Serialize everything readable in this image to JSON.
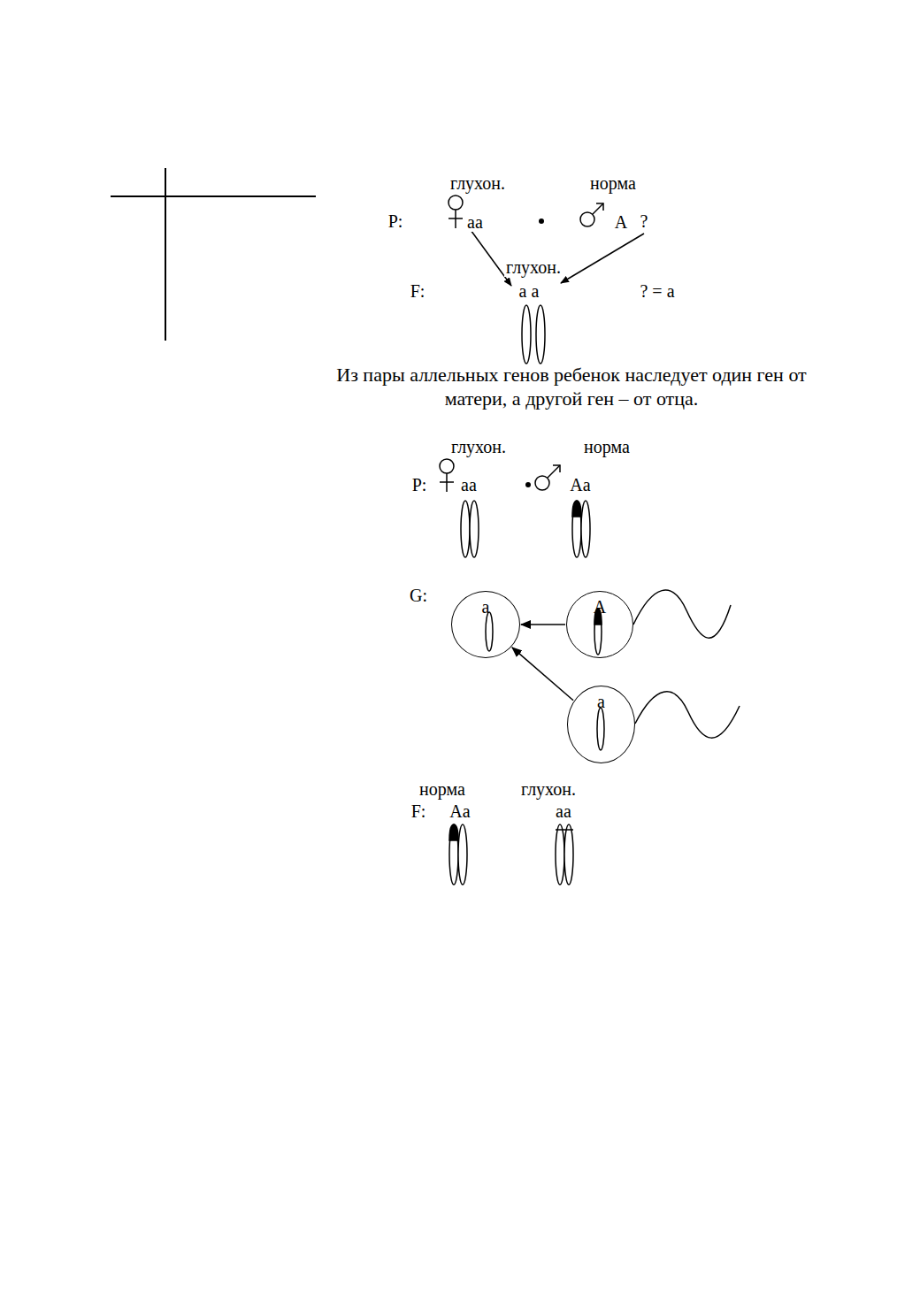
{
  "diagram": {
    "nodes": [
      {
        "text": [
          "a"
        ]
      },
      {
        "text": [
          "A"
        ]
      },
      {
        "text": [
          "a"
        ]
      }
    ],
    "edges": [
      {
        "from": 1,
        "to": 0,
        "arrow": "to"
      },
      {
        "from": 2,
        "to": 0,
        "arrow": "to"
      }
    ],
    "labels": [
      "глухон.",
      "норма",
      "P:",
      "aa",
      "A",
      "?",
      "глухон.",
      "F:",
      "a a",
      "? = a",
      "Из пары  аллельных генов ребенок наследует один ген от матери, а другой ген – от отца.",
      "глухон.",
      "норма",
      "P:",
      "aa",
      "Aa",
      "G:",
      "норма",
      "глухон.",
      "F:",
      "Aa",
      "aa"
    ]
  }
}
